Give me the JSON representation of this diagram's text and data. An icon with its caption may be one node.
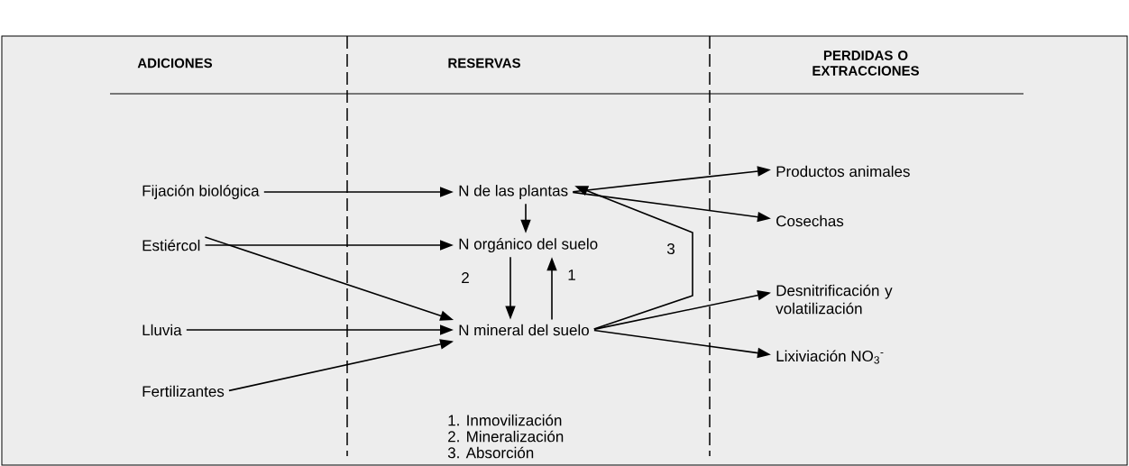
{
  "diagram": {
    "nodes": [
      {
        "text": [
          "Fijación biológica"
        ]
      },
      {
        "text": [
          "N de las plantas"
        ]
      },
      {
        "text": [
          "Productos animales"
        ]
      },
      {
        "text": [
          "Cosechas"
        ]
      },
      {
        "text": [
          "Estiércol"
        ]
      },
      {
        "text": [
          "N orgánico del suelo"
        ]
      },
      {
        "text": [
          "Desnitrificación y volatilización"
        ]
      },
      {
        "text": [
          "Lluvia"
        ]
      },
      {
        "text": [
          "N mineral del suelo"
        ]
      },
      {
        "text": [
          "Lixiviación NO$_{3}$$^{-}$"
        ]
      },
      {
        "text": [
          "Fertilizantes"
        ]
      }
    ],
    "edges": [
      {
        "from": 0,
        "to": 1,
        "arrow": "to"
      },
      {
        "from": 1,
        "to": 2,
        "arrow": "to"
      },
      {
        "from": 1,
        "to": 3,
        "arrow": "to"
      },
      {
        "from": 1,
        "to": 5,
        "arrow": "to"
      },
      {
        "from": 4,
        "to": 5,
        "arrow": "to"
      },
      {
        "from": 4,
        "to": 8,
        "arrow": "to"
      },
      {
        "from": 5,
        "to": 8,
        "arrow": "to",
        "label": "2"
      },
      {
        "from": 8,
        "to": 5,
        "arrow": "to",
        "label": "1"
      },
      {
        "from": 8,
        "to": 1,
        "arrow": "to",
        "label": "3"
      },
      {
        "from": 7,
        "to": 8,
        "arrow": "to"
      },
      {
        "from": 10,
        "to": 8,
        "arrow": "to"
      },
      {
        "from": 8,
        "to": 6,
        "arrow": "to"
      },
      {
        "from": 8,
        "to": 9,
        "arrow": "to"
      }
    ],
    "labels": [
      "ADICIONES",
      "RESERVAS",
      "PERDIDAS O EXTRACCIONES",
      "1. Inmovilización",
      "2. Mineralización",
      "3. Absorción"
    ]
  }
}
